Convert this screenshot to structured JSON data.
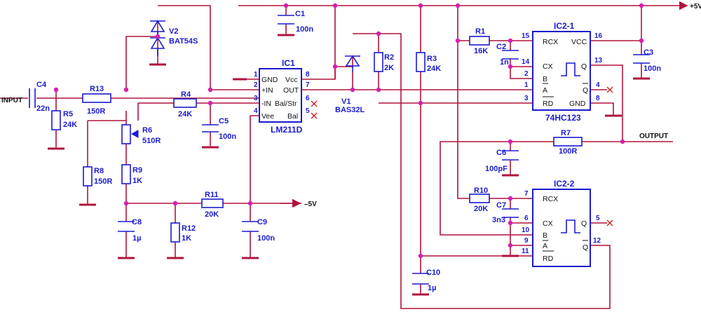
{
  "nets": {
    "input": "INPUT",
    "output": "OUTPUT",
    "vplus": "+5V",
    "vminus": "–5V"
  },
  "components": {
    "C4": {
      "ref": "C4",
      "value": "22n"
    },
    "R13": {
      "ref": "R13",
      "value": "150R"
    },
    "R5": {
      "ref": "R5",
      "value": "24K"
    },
    "V2": {
      "ref": "V2",
      "value": "BAT54S"
    },
    "R4": {
      "ref": "R4",
      "value": "24K"
    },
    "C5": {
      "ref": "C5",
      "value": "100n"
    },
    "R6": {
      "ref": "R6",
      "value": "510R"
    },
    "R8": {
      "ref": "R8",
      "value": "150R"
    },
    "R9": {
      "ref": "R9",
      "value": "1K"
    },
    "R11": {
      "ref": "R11",
      "value": "20K"
    },
    "C8": {
      "ref": "C8",
      "value": "1µ"
    },
    "R12": {
      "ref": "R12",
      "value": "1K"
    },
    "C9": {
      "ref": "C9",
      "value": "100n"
    },
    "C1": {
      "ref": "C1",
      "value": "100n"
    },
    "V1": {
      "ref": "V1",
      "value": "BAS32L"
    },
    "R2": {
      "ref": "R2",
      "value": "2K"
    },
    "R3": {
      "ref": "R3",
      "value": "24K"
    },
    "R1": {
      "ref": "R1",
      "value": "16K"
    },
    "C2": {
      "ref": "C2",
      "value": "1n"
    },
    "C3": {
      "ref": "C3",
      "value": "100n"
    },
    "R7": {
      "ref": "R7",
      "value": "100R"
    },
    "C6": {
      "ref": "C6",
      "value": "100pF"
    },
    "R10": {
      "ref": "R10",
      "value": "20K"
    },
    "C7": {
      "ref": "C7",
      "value": "3n3"
    },
    "C10": {
      "ref": "C10",
      "value": "1µ"
    }
  },
  "ic1": {
    "ref": "IC1",
    "part": "LM211D",
    "pins": {
      "p1": {
        "num": "1",
        "name": "GND"
      },
      "p2": {
        "num": "2",
        "name": "+IN"
      },
      "p3": {
        "num": "3",
        "name": "-IN"
      },
      "p4": {
        "num": "4",
        "name": "Vee"
      },
      "p8": {
        "num": "8",
        "name": "Vcc"
      },
      "p7": {
        "num": "7",
        "name": "OUT"
      },
      "p6": {
        "num": "6",
        "name": "Bal/Str"
      },
      "p5": {
        "num": "5",
        "name": "Bal"
      }
    }
  },
  "ic21": {
    "ref": "IC2-1",
    "part": "74HC123",
    "pins": {
      "p15": {
        "num": "15",
        "name": "RCX"
      },
      "p14": {
        "num": "14",
        "name": "CX"
      },
      "p2": {
        "num": "2",
        "name": "B"
      },
      "p1": {
        "num": "1",
        "name": "A"
      },
      "p3": {
        "num": "3",
        "name": "RD"
      },
      "p16": {
        "num": "16",
        "name": "VCC"
      },
      "p13": {
        "num": "13",
        "name": "Q"
      },
      "p4": {
        "num": "4",
        "name": "Q"
      },
      "p8": {
        "num": "8",
        "name": "GND"
      }
    }
  },
  "ic22": {
    "ref": "IC2-2",
    "pins": {
      "p7": {
        "num": "7",
        "name": "RCX"
      },
      "p6": {
        "num": "6",
        "name": "CX"
      },
      "p10": {
        "num": "10",
        "name": "B"
      },
      "p9": {
        "num": "9",
        "name": "A"
      },
      "p11": {
        "num": "11",
        "name": "RD"
      },
      "p5": {
        "num": "5",
        "name": "Q"
      },
      "p12": {
        "num": "12",
        "name": "Q"
      }
    }
  }
}
